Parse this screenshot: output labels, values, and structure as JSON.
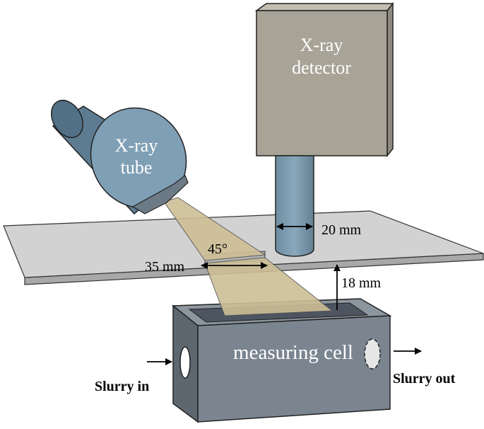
{
  "labels": {
    "detector_line1": "X-ray",
    "detector_line2": "detector",
    "tube_line1": "X-ray",
    "tube_line2": "tube",
    "angle": "45°",
    "dim_35": "35 mm",
    "dim_20": "20 mm",
    "dim_18": "18 mm",
    "cell": "measuring cell",
    "slurry_in": "Slurry in",
    "slurry_out": "Slurry out"
  },
  "colors": {
    "detector_box": "#a7a397",
    "detector_tube": "#7b98ab",
    "xray_tube": "#5d7c92",
    "beam": "#cdbf96",
    "plate": "#d2d2d2",
    "cell": "#7a8590"
  }
}
